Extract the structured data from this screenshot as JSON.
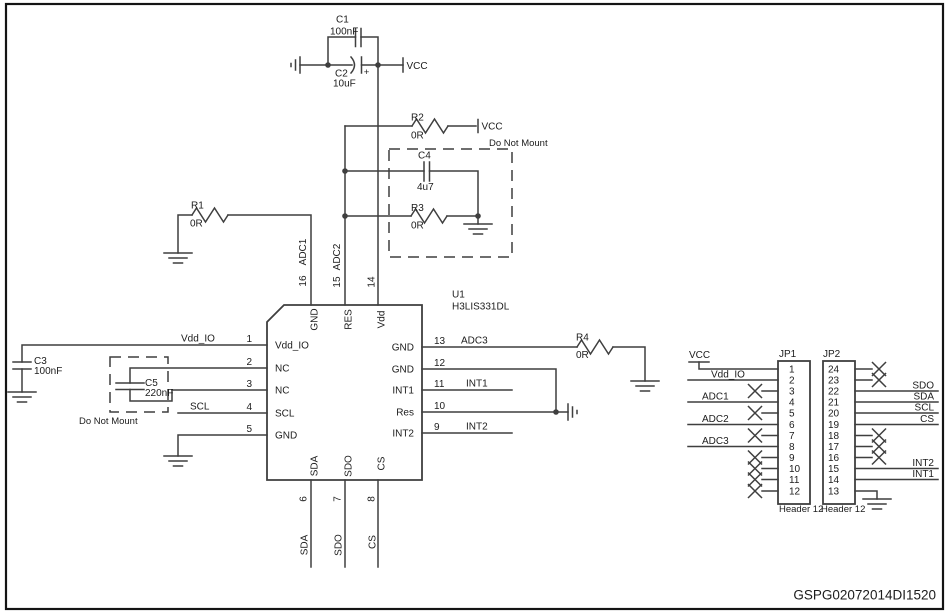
{
  "colors": {
    "wire": "#3f3f3f",
    "text": "#1c1c1c",
    "doc_code": "#44546a"
  },
  "doc": {
    "code": "GSPG02072014DI1520"
  },
  "notes": {
    "do_not_mount": "Do Not Mount"
  },
  "nets": {
    "vcc": "VCC",
    "vdd_io": "Vdd_IO",
    "scl": "SCL",
    "sda": "SDA",
    "sdo": "SDO",
    "cs": "CS",
    "adc1": "ADC1",
    "adc2": "ADC2",
    "adc3": "ADC3",
    "int1": "INT1",
    "int2": "INT2"
  },
  "resistors": {
    "r1": {
      "ref": "R1",
      "val": "0R"
    },
    "r2": {
      "ref": "R2",
      "val": "0R"
    },
    "r3": {
      "ref": "R3",
      "val": "0R"
    },
    "r4": {
      "ref": "R4",
      "val": "0R"
    }
  },
  "caps": {
    "c1": {
      "ref": "C1",
      "val": "100nF"
    },
    "c2": {
      "ref": "C2",
      "val": "10uF",
      "pol": "+"
    },
    "c3": {
      "ref": "C3",
      "val": "100nF"
    },
    "c4": {
      "ref": "C4",
      "val": "4u7"
    },
    "c5": {
      "ref": "C5",
      "val": "220nF"
    }
  },
  "u1": {
    "ref": "U1",
    "part": "H3LIS331DL",
    "pins_left": [
      {
        "num": "1",
        "name": "Vdd_IO"
      },
      {
        "num": "2",
        "name": "NC"
      },
      {
        "num": "3",
        "name": "NC"
      },
      {
        "num": "4",
        "name": "SCL"
      },
      {
        "num": "5",
        "name": "GND"
      }
    ],
    "pins_right": [
      {
        "num": "13",
        "name": "GND"
      },
      {
        "num": "12",
        "name": "GND"
      },
      {
        "num": "11",
        "name": "INT1"
      },
      {
        "num": "10",
        "name": "Res"
      },
      {
        "num": "9",
        "name": "INT2"
      }
    ],
    "pins_top": [
      {
        "num": "16",
        "name": "GND"
      },
      {
        "num": "15",
        "name": "RES"
      },
      {
        "num": "14",
        "name": "Vdd"
      }
    ],
    "pins_bottom": [
      {
        "num": "6",
        "name": "SDA"
      },
      {
        "num": "7",
        "name": "SDO"
      },
      {
        "num": "8",
        "name": "CS"
      }
    ]
  },
  "jp1": {
    "ref": "JP1",
    "part": "Header 12",
    "pins": [
      "1",
      "2",
      "3",
      "4",
      "5",
      "6",
      "7",
      "8",
      "9",
      "10",
      "11",
      "12"
    ]
  },
  "jp2": {
    "ref": "JP2",
    "part": "Header 12",
    "pins": [
      "24",
      "23",
      "22",
      "21",
      "20",
      "19",
      "18",
      "17",
      "16",
      "15",
      "14",
      "13"
    ]
  }
}
